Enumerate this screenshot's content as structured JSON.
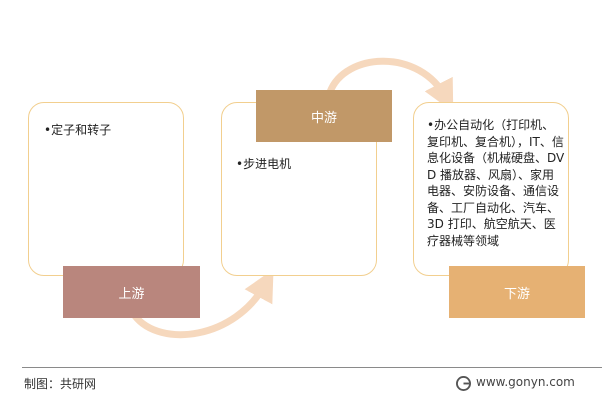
{
  "diagram": {
    "stages": [
      {
        "label": "上游",
        "text": "•定子和转子"
      },
      {
        "label": "中游",
        "text": "•步进电机"
      },
      {
        "label": "下游",
        "text": "•办公自动化（打印机、复印机、复合机），IT、信息化设备（机械硬盘、DVD 播放器、风扇）、家用电器、安防设备、通信设备、工厂自动化、汽车、3D 打印、航空航天、医疗器械等领域"
      }
    ]
  },
  "footer": {
    "source": "制图：共研网",
    "website": "www.gonyn.com"
  },
  "colors": {
    "upstream_label": "#b9867d",
    "midstream_label": "#c19868",
    "downstream_label": "#e6b173",
    "panel_border": "#f2cf8f",
    "arc": "#f6d8bd"
  }
}
